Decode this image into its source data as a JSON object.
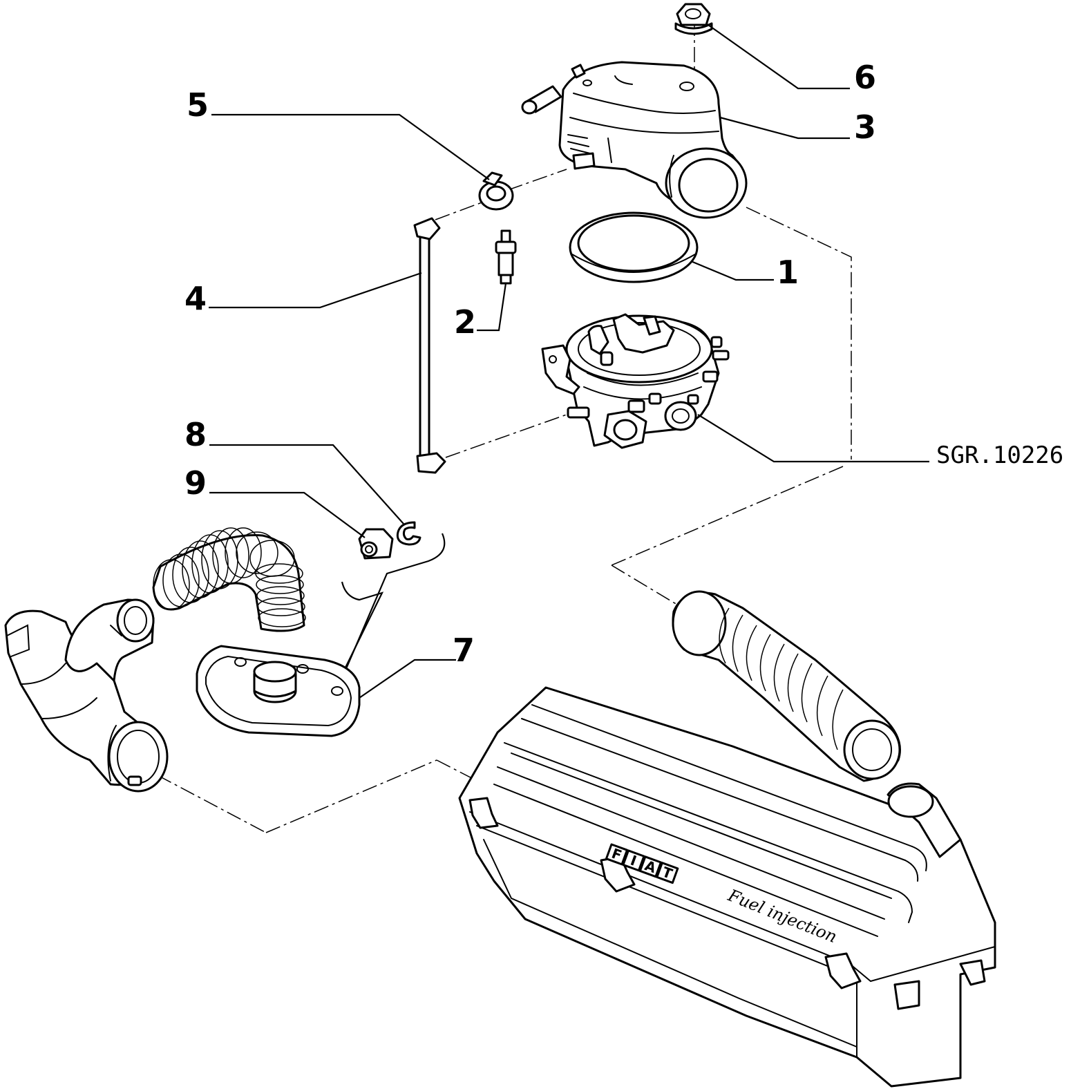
{
  "diagram": {
    "reference_code": "SGR.10226",
    "callouts": {
      "c1": "1",
      "c2": "2",
      "c3": "3",
      "c4": "4",
      "c5": "5",
      "c6": "6",
      "c7": "7",
      "c8": "8",
      "c9": "9"
    },
    "housing_text": "Fuel injection",
    "brand_letters": [
      "F",
      "I",
      "A",
      "T"
    ]
  }
}
